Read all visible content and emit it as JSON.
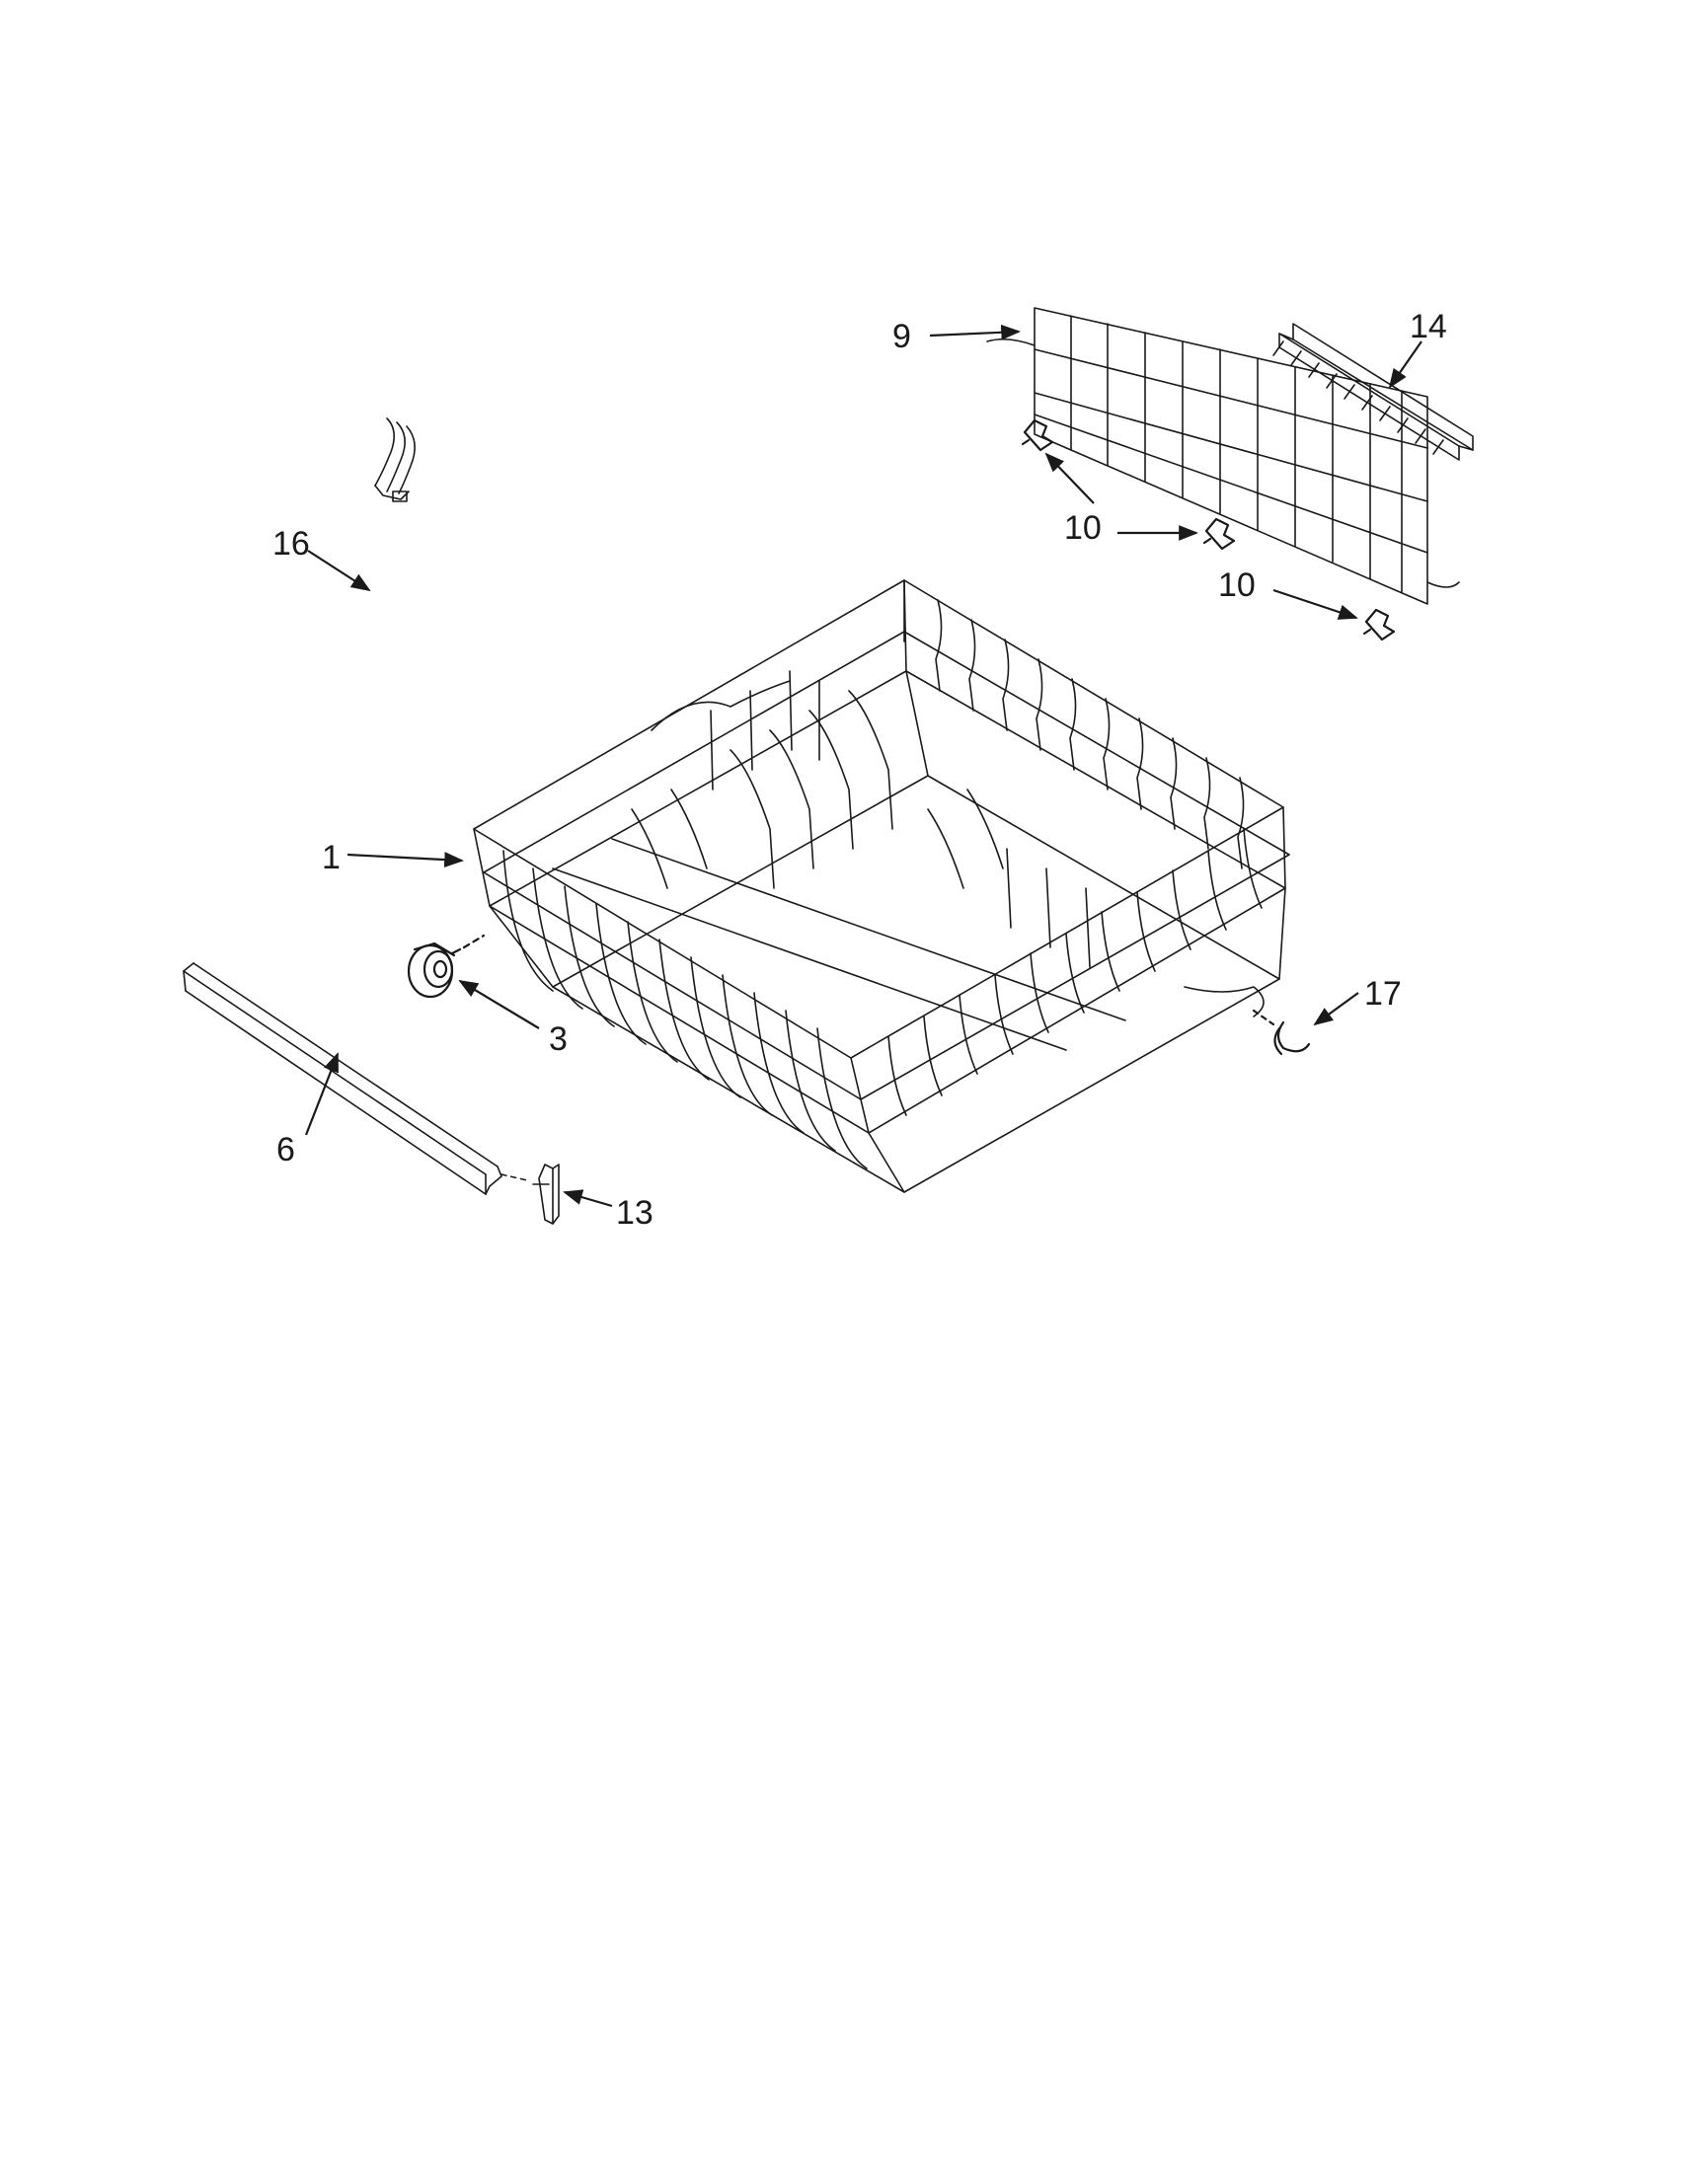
{
  "diagram": {
    "callouts": [
      {
        "id": "c1",
        "label": "1"
      },
      {
        "id": "c3",
        "label": "3"
      },
      {
        "id": "c6",
        "label": "6"
      },
      {
        "id": "c9",
        "label": "9"
      },
      {
        "id": "c10a",
        "label": "10"
      },
      {
        "id": "c10b",
        "label": "10"
      },
      {
        "id": "c13",
        "label": "13"
      },
      {
        "id": "c14",
        "label": "14"
      },
      {
        "id": "c16",
        "label": "16"
      },
      {
        "id": "c17",
        "label": "17"
      }
    ]
  }
}
